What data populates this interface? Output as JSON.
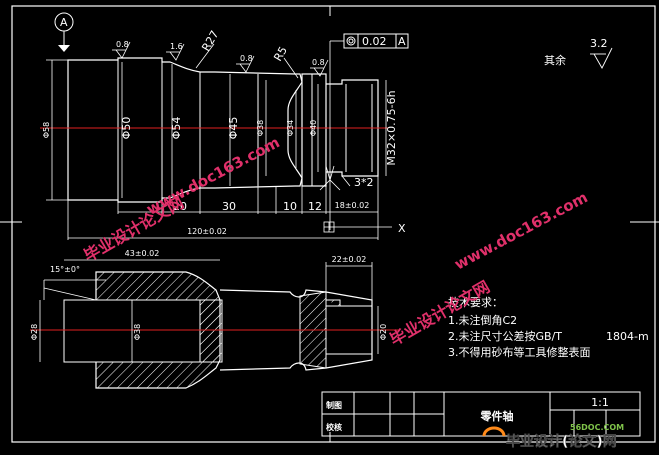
{
  "datum": {
    "letter": "A"
  },
  "roughness": {
    "r08a": "0.8",
    "r16": "1.6",
    "r08b": "0.8",
    "r08c": "0.8"
  },
  "radii": {
    "r27": "R27",
    "r5": "R5"
  },
  "tolerance_frame": {
    "value": "0.02",
    "datum": "A"
  },
  "remaining": {
    "label": "其余",
    "value": "3.2"
  },
  "top_view": {
    "d1": "Φ58",
    "d2": "Φ50",
    "d3": "Φ54",
    "d4": "Φ45",
    "d5": "Φ38",
    "d6": "Φ34",
    "d7": "Φ40",
    "thread": "M32×0.75-6h",
    "chamfer": "3*2",
    "len1": "20",
    "len2": "30",
    "len3": "10",
    "len4": "12",
    "len5": "18±0.02",
    "total": "120±0.02",
    "axis_x": "X"
  },
  "section_view": {
    "angle": "15°±0°",
    "len_left": "43±0.02",
    "len_right": "22±0.02",
    "d_left": "Φ28",
    "d_mid": "Φ38",
    "d_right": "Φ20"
  },
  "notes": {
    "title": "技术要求：",
    "n1": "1.未注倒角C2",
    "n2": "2.未注尺寸公差按GB/T",
    "n2b": "1804-m",
    "n3": "3.不得用砂布等工具修整表面"
  },
  "title_block": {
    "drawn": "制图",
    "checked": "校核",
    "part_name": "零件轴",
    "scale": "1:1"
  },
  "watermarks": {
    "site": "www.doc163.com",
    "brand": "毕业设计论文网",
    "bottom": "毕业设计(论文)网",
    "logo": "56DOC.COM"
  }
}
